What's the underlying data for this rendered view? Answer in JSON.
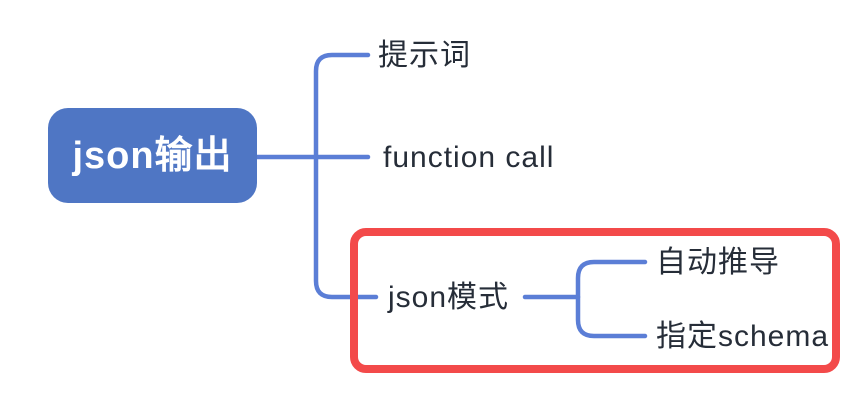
{
  "diagram": {
    "type": "mindmap",
    "root": {
      "label": "json输出"
    },
    "branches": [
      {
        "label": "提示词",
        "highlighted": false,
        "children": []
      },
      {
        "label": "function call",
        "highlighted": false,
        "children": []
      },
      {
        "label": "json模式",
        "highlighted": true,
        "children": [
          {
            "label": "自动推导"
          },
          {
            "label": "指定schema"
          }
        ]
      }
    ]
  },
  "colors": {
    "background": "#FFFFFF",
    "root_node_fill": "#4F76C4",
    "root_node_text": "#FFFFFF",
    "connector_line": "#5B7ED6",
    "label_text": "#262D38",
    "highlight_border": "#F34A4A"
  }
}
